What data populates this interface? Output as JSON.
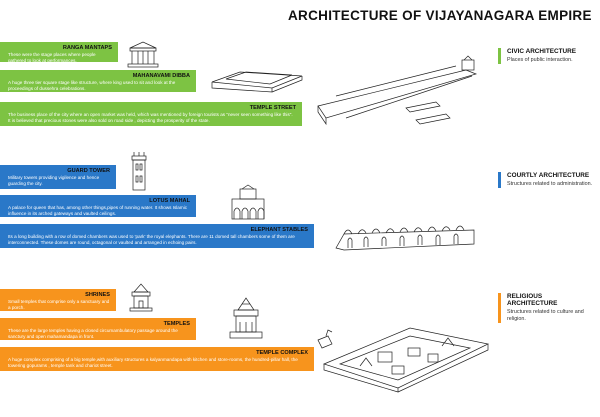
{
  "title": "ARCHITECTURE OF VIJAYANAGARA EMPIRE",
  "categories": {
    "civic": {
      "heading": "CIVIC ARCHITECTURE",
      "description": "Places of public interaction."
    },
    "courtly": {
      "heading": "COURTLY ARCHITECTURE",
      "description": "Structures related to administration."
    },
    "religious": {
      "heading": "RELIGIOUS ARCHITECTURE",
      "description": "Structures related to culture and religion."
    }
  },
  "items": {
    "ranga_mantaps": {
      "heading": "RANGA MANTAPS",
      "text": "These were the stage places where people gathered to look at performances."
    },
    "mahanavami_dibba": {
      "heading": "MAHANAVAMI DIBBA",
      "text": "A huge three tier square stage like structure, where king used to sit and look at the proceedings of dussehra celebrations."
    },
    "temple_street": {
      "heading": "TEMPLE STREET",
      "text": "The business place of the city where an open market was held, which was mentioned by foreign tourists as \"never seen something like this\". It is believed that precious stones were also sold on road side , depicting the prosperity of the state."
    },
    "guard_tower": {
      "heading": "GUARD TOWER",
      "text": "Military towers providing vigilence and hence guarding the city."
    },
    "lotus_mahal": {
      "heading": "LOTUS MAHAL",
      "text": "A palace for queen that has, among other things,pipes of running water. It shows Islamic influence in its arched gateways and vaulted ceilings."
    },
    "elephant_stables": {
      "heading": "ELEPHANT STABLES",
      "text": "Its a long building with a row of domed chambers was used to 'park' the royal elephants. There are 11 domed tall chambers some of them are interconnected. These domes are round, octagonal or vaulted and arranged in echoing pairs."
    },
    "shrines": {
      "heading": "SHRINES",
      "text": "Small temples that comprise only a sanctuary and a porch."
    },
    "temples": {
      "heading": "TEMPLES",
      "text": "These are the large temples having a closed circumambulatory passage around the sanctury and open mahamandapa in front."
    },
    "temple_complex": {
      "heading": "TEMPLE COMPLEX",
      "text": "A huge complex comprising of a big temple,with auxiliary structures a kalyanmandapa with kitchen and store-rooms, the hundred-pillar hall, the towering gopurams , temple tank and chariot street."
    }
  },
  "colors": {
    "civic": "#7dc343",
    "courtly": "#2a78c8",
    "religious": "#f7941d"
  }
}
